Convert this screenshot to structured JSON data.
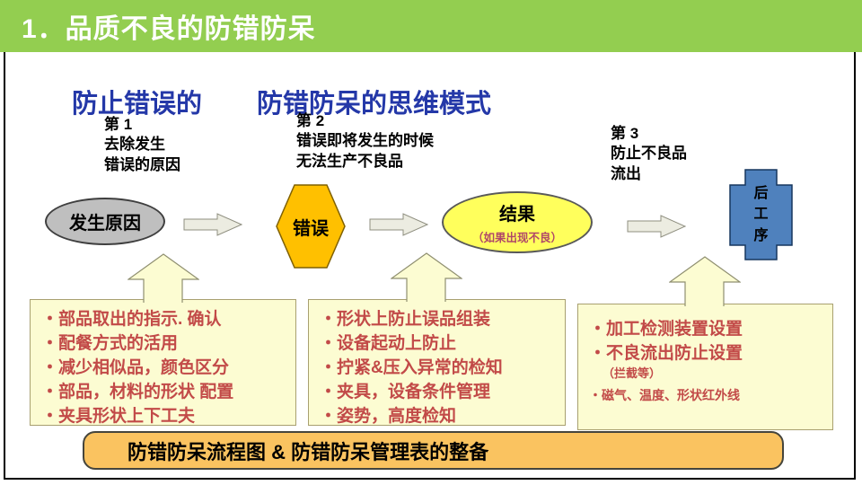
{
  "header": {
    "title": "1．品质不良的防错防呆"
  },
  "title": {
    "part1": "防止错误的",
    "part2": "防错防呆的思维模式"
  },
  "stages": [
    {
      "label": "第 1",
      "lines": [
        "去除发生",
        "错误的原因"
      ]
    },
    {
      "label": "第 2",
      "lines": [
        "错误即将发生的时候",
        "无法生产不良品"
      ]
    },
    {
      "label": "第 3",
      "lines": [
        "防止不良品",
        "流出"
      ]
    }
  ],
  "flow": {
    "cause": "发生原因",
    "error": "错误",
    "result_title": "结果",
    "result_sub": "（如果出现不良）",
    "next_process": "后工序"
  },
  "boxes": {
    "box1": {
      "items": [
        "・部品取出的指示. 确认",
        "・配餐方式的活用",
        "・减少相似品，颜色区分",
        "・部品，材料的形状 配置",
        "・夹具形状上下工夫"
      ]
    },
    "box2": {
      "items": [
        "・形状上防止误品组装",
        "・设备起动上防止",
        "・拧紧&压入异常的检知",
        "・夹具，设备条件管理",
        "・姿势，高度检知"
      ]
    },
    "box3": {
      "items": [
        "・加工检测装置设置",
        "・不良流出防止设置"
      ],
      "note": "（拦截等）",
      "small": "・磁气、温度、形状红外线"
    }
  },
  "footer": {
    "label": "防错防呆流程图 & 防错防呆管理表的整备"
  },
  "colors": {
    "header_green": "#93CE50",
    "title_blue": "#2438A8",
    "hexagon_orange": "#FFC000",
    "cross_blue": "#4F81BD",
    "ellipse_gray": "#BFBFBF",
    "ellipse_yellow": "#FFFF5C",
    "box_fill": "#FCFCD2",
    "bullet_red": "#C24A48",
    "footer_orange": "#FAC360"
  }
}
